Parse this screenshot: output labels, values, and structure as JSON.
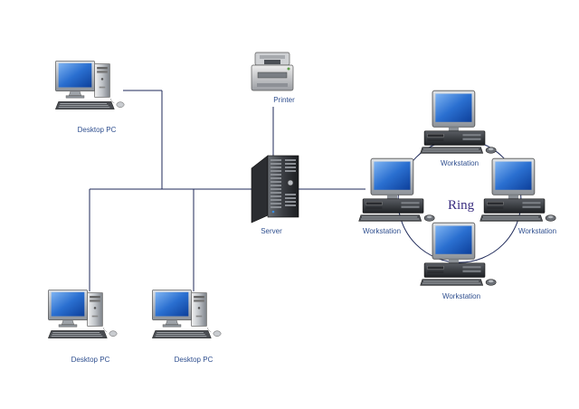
{
  "labels": {
    "desktop_pc_1": "Desktop PC",
    "desktop_pc_2": "Desktop PC",
    "desktop_pc_3": "Desktop PC",
    "printer": "Printer",
    "server": "Server",
    "ring": "Ring",
    "workstation_top": "Workstation",
    "workstation_left": "Workstation",
    "workstation_right": "Workstation",
    "workstation_bottom": "Workstation"
  },
  "icons": {
    "desktop": "desktop-pc-icon",
    "workstation": "workstation-icon",
    "printer": "printer-icon",
    "server": "tower-server-icon"
  },
  "colors": {
    "label": "#2f4f8f",
    "ring_label": "#3a2d80",
    "wire": "#1f2a5a",
    "screen": "#2a6fd0"
  }
}
